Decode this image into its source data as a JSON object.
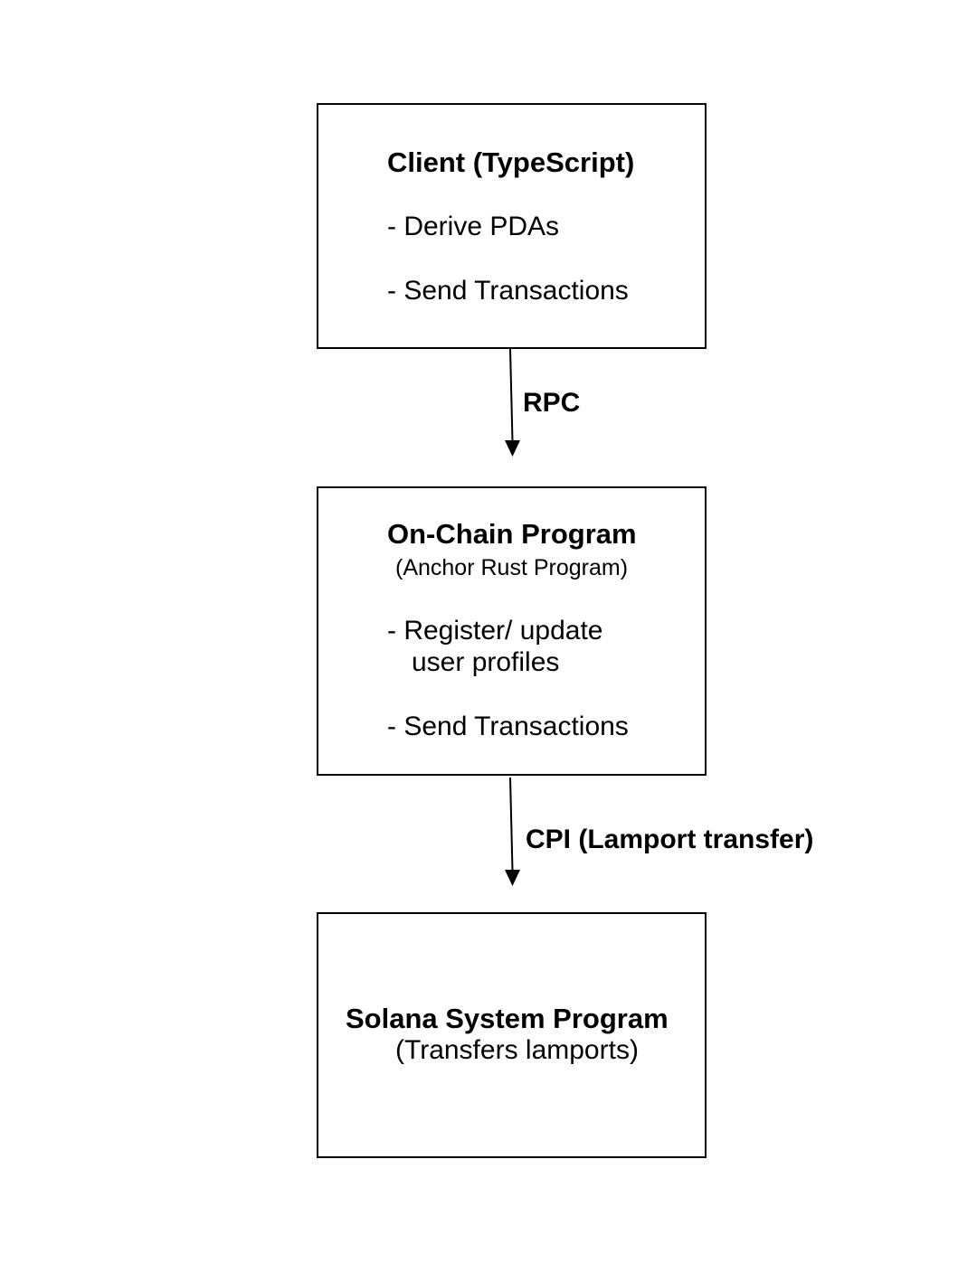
{
  "client": {
    "title": "Client (TypeScript)",
    "item1": "- Derive PDAs",
    "item2": "- Send Transactions"
  },
  "rpc_label": "RPC",
  "program": {
    "title": "On-Chain Program",
    "subtitle": "(Anchor Rust Program)",
    "item1_line1": "- Register/ update",
    "item1_line2": "user profiles",
    "item2": "- Send Transactions"
  },
  "cpi_label": "CPI (Lamport transfer)",
  "system": {
    "title": "Solana System Program",
    "subtitle": "(Transfers lamports)"
  }
}
